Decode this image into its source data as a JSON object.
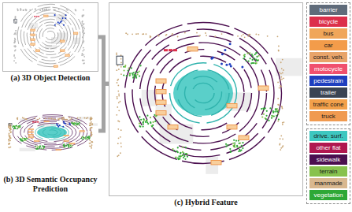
{
  "diagram": {
    "nodes": [
      {
        "text": [
          "(a) 3D Object Detection"
        ]
      },
      {
        "text": [
          "(b) 3D Semantic Occupancy Prediction"
        ]
      },
      {
        "text": [
          "(c) Hybrid Feature"
        ]
      }
    ],
    "edges": [
      {
        "from": 0,
        "to": 2,
        "arrow": "none"
      },
      {
        "from": 1,
        "to": 2,
        "arrow": "none"
      }
    ],
    "legend": [
      {
        "text": "barrier",
        "color": "#5f6b7a"
      },
      {
        "text": "bicycle",
        "color": "#dc2f4b"
      },
      {
        "text": "bus",
        "color": "#f0a65a"
      },
      {
        "text": "car",
        "color": "#f39c4a"
      },
      {
        "text": "const. veh.",
        "color": "#e8a46a"
      },
      {
        "text": "motocycle",
        "color": "#f0506e"
      },
      {
        "text": "pedestrain",
        "color": "#1f3fbf"
      },
      {
        "text": "trailer",
        "color": "#3b4453"
      },
      {
        "text": "traffic cone",
        "color": "#f2a04a"
      },
      {
        "text": "truck",
        "color": "#f09a50"
      },
      {
        "text": "drive. surf.",
        "color": "#3dc7c0"
      },
      {
        "text": "other flat",
        "color": "#b0174f"
      },
      {
        "text": "sidewalk",
        "color": "#4b0f4f"
      },
      {
        "text": "terrain",
        "color": "#88c24e"
      },
      {
        "text": "manmade",
        "color": "#d9b88f"
      },
      {
        "text": "vegetation",
        "color": "#2ea836"
      }
    ]
  }
}
